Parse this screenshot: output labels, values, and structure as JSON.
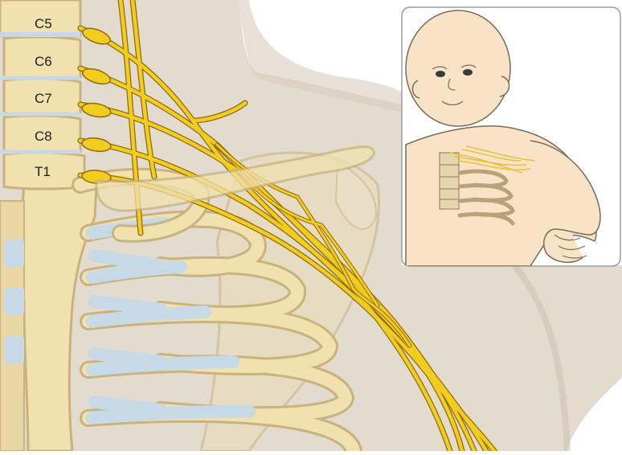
{
  "diagram": {
    "vertebra_labels": [
      "C5",
      "C6",
      "C7",
      "C8",
      "T1"
    ]
  },
  "colors": {
    "skin": "#e4dbcf",
    "bone": "#f1e1ae",
    "bone_outline": "#c9b27e",
    "cartilage": "#c7d9e6",
    "nerve": "#f3cc20",
    "nerve_outline": "#8d6b0e",
    "inset_skin": "#f8e3c7",
    "inset_border": "#9c9c9c"
  }
}
